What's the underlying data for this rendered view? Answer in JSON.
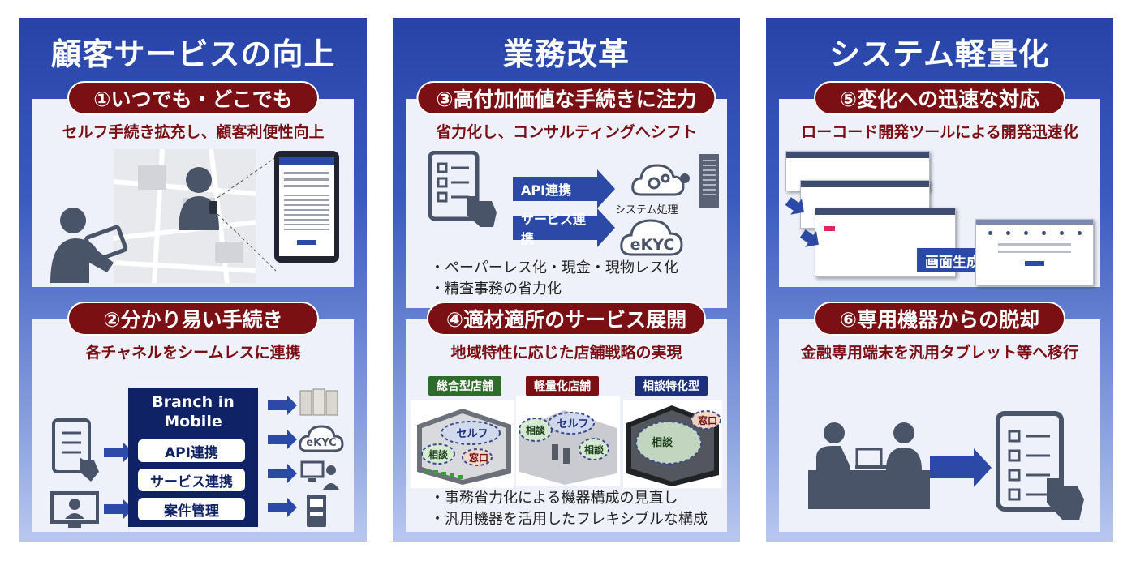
{
  "columns": [
    {
      "title": "顧客サービスの向上",
      "panels": [
        {
          "pill": "①いつでも・どこでも",
          "sub": "セルフ手続き拡充し、顧客利便性向上"
        },
        {
          "pill": "②分かり易い手続き",
          "sub": "各チャネルをシームレスに連携",
          "box_title": "Branch in Mobile",
          "box_buttons": [
            "API連携",
            "サービス連携",
            "案件管理"
          ],
          "ekyc": "eKYC"
        }
      ]
    },
    {
      "title": "業務改革",
      "panels": [
        {
          "pill": "③高付加価値な手続きに注力",
          "sub": "省力化し、コンサルティングへシフト",
          "arrows": [
            "API連携",
            "サービス連携"
          ],
          "system_label": "システム処理",
          "ekyc": "eKYC",
          "bullets": [
            "・ペーパーレス化・現金・現物レス化",
            "・精査事務の省力化"
          ]
        },
        {
          "pill": "④適材適所のサービス展開",
          "sub": "地域特性に応じた店舗戦略の実現",
          "stores": [
            {
              "name": "総合型店舗",
              "color": "#2f6b2a",
              "labels": [
                "セルフ",
                "相談",
                "窓口"
              ]
            },
            {
              "name": "軽量化店舗",
              "color": "#7a0f14",
              "labels": [
                "相談",
                "セルフ",
                "相談"
              ]
            },
            {
              "name": "相談特化型",
              "color": "#1c2f7a",
              "labels": [
                "窓口",
                "相談"
              ]
            }
          ],
          "bullets": [
            "・事務省力化による機器構成の見直し",
            "・汎用機器を活用したフレキシブルな構成"
          ]
        }
      ]
    },
    {
      "title": "システム軽量化",
      "panels": [
        {
          "pill": "⑤変化への迅速な対応",
          "sub": "ローコード開発ツールによる開発迅速化",
          "arrow": "画面生成"
        },
        {
          "pill": "⑥専用機器からの脱却",
          "sub": "金融専用端末を汎用タブレット等へ移行"
        }
      ]
    }
  ],
  "colors": {
    "column_blue": "#2743a8",
    "pill_red": "#7a0f14",
    "navy": "#0f2266",
    "icon_gray": "#4a5468"
  }
}
